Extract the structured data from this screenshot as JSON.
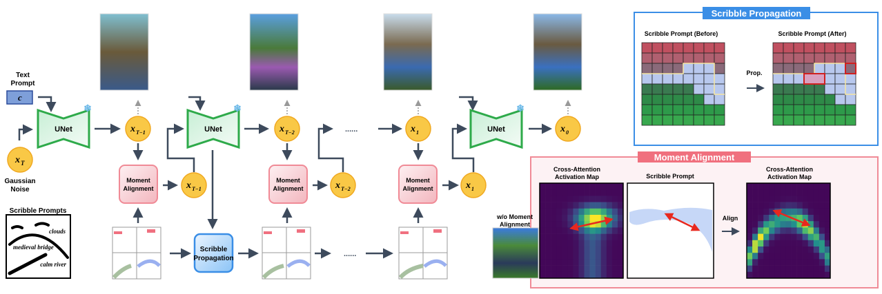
{
  "text_prompt": {
    "label_line1": "Text",
    "label_line2": "Prompt",
    "symbol": "c"
  },
  "noise": {
    "symbol": "x",
    "sub": "T",
    "label_line1": "Gaussian",
    "label_line2": "Noise"
  },
  "unet_label": "UNet",
  "latents": [
    {
      "symbol": "x",
      "sub": "T−1"
    },
    {
      "symbol": "x",
      "sub": "T−2"
    },
    {
      "symbol": "x",
      "sub": "1"
    },
    {
      "symbol": "x",
      "sub": "0"
    }
  ],
  "moment_alignment_line1": "Moment",
  "moment_alignment_line2": "Alignment",
  "scribble_propagation_line1": "Scribble",
  "scribble_propagation_line2": "Propagation",
  "ellipsis": "......",
  "scribble_prompts": {
    "title": "Scribble Prompts",
    "words": [
      "clouds",
      "medieval bridge",
      "calm river"
    ]
  },
  "sp_panel": {
    "title": "Scribble Propagation",
    "before": "Scribble Prompt (Before)",
    "after": "Scribble Prompt (After)",
    "prop": "Prop."
  },
  "ma_panel": {
    "title": "Moment Alignment",
    "map_line1": "Cross-Attention",
    "map_line2": "Activation Map",
    "scribble": "Scribble Prompt",
    "align": "Align",
    "wo_line1": "w/o Moment",
    "wo_line2": "Alignment"
  },
  "colors": {
    "unet": "#2eaa4a",
    "latent": "#f9c846",
    "ma": "#f08a96",
    "sp": "#3a8ee6",
    "arrow": "#3d4a5c",
    "red": "#e8281e"
  }
}
